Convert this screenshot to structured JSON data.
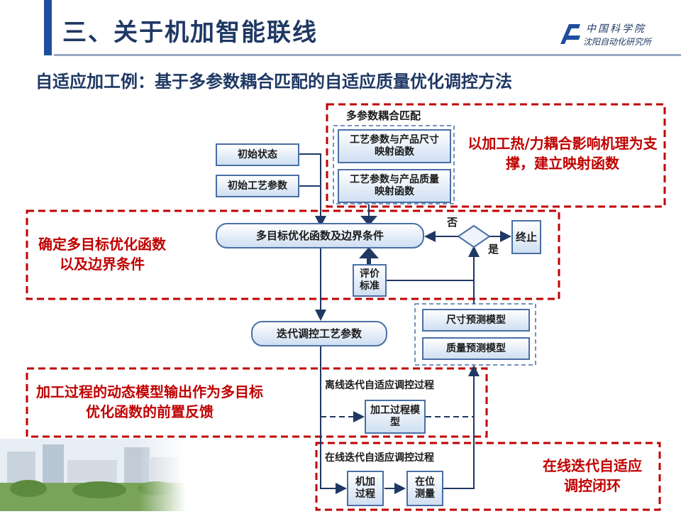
{
  "title": "三、关于机加智能联线",
  "subtitle": "自适应加工例：基于多参数耦合匹配的自适应质量优化调控方法",
  "logo": {
    "line1": "中国科学院",
    "line2": "沈阳自动化研究所"
  },
  "diagram": {
    "group_label_multi_param": "多参数耦合匹配",
    "box_size_mapping": "工艺参数与产品尺寸映射函数",
    "box_quality_mapping": "工艺参数与产品质量映射函数",
    "box_initial_state": "初始状态",
    "box_initial_params": "初始工艺参数",
    "box_objective": "多目标优化函数及边界条件",
    "box_eval": "评价标准",
    "decision_no": "否",
    "decision_yes": "是",
    "box_stop": "终止",
    "box_iterate": "迭代调控工艺参数",
    "box_size_predict": "尺寸预测模型",
    "box_quality_predict": "质量预测模型",
    "label_offline": "离线迭代自适应调控过程",
    "box_process_model": "加工过程模型",
    "label_online": "在线迭代自适应调控过程",
    "box_machining": "机加过程",
    "box_onsite": "在位测量"
  },
  "notes": {
    "note_mapping": "以加工热/力耦合影响机理为支撑，建立映射函数",
    "note_objective": "确定多目标优化函数以及边界条件",
    "note_feedback": "加工过程的动态模型输出作为多目标优化函数的前置反馈",
    "note_online": "在线迭代自适应调控闭环"
  },
  "colors": {
    "title": "#1f3864",
    "accent_bar": "#1f4e9e",
    "note_red": "#c00000",
    "box_border": "#4a6fa5",
    "arrow": "#1f3864"
  }
}
